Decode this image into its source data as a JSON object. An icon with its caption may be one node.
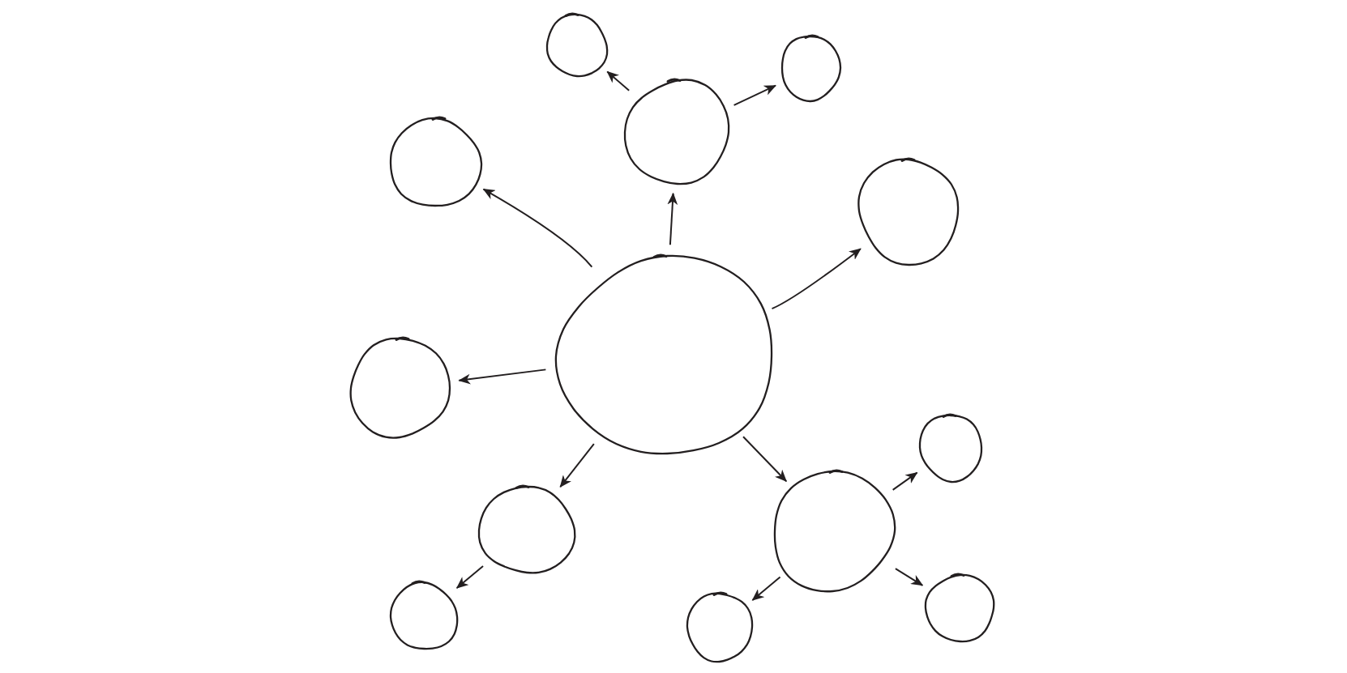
{
  "diagram": {
    "nodes": [
      {
        "text": [],
        "shape": "circle"
      },
      {
        "text": [],
        "shape": "circle"
      },
      {
        "text": [],
        "shape": "circle"
      },
      {
        "text": [],
        "shape": "circle"
      },
      {
        "text": [],
        "shape": "circle"
      },
      {
        "text": [],
        "shape": "circle"
      },
      {
        "text": [],
        "shape": "circle"
      },
      {
        "text": [],
        "shape": "circle"
      },
      {
        "text": [],
        "shape": "circle"
      },
      {
        "text": [],
        "shape": "circle"
      },
      {
        "text": [],
        "shape": "circle"
      },
      {
        "text": [],
        "shape": "circle"
      },
      {
        "text": [],
        "shape": "circle"
      }
    ],
    "edges": [
      {
        "from": 5,
        "to": 2,
        "arrow": "to"
      },
      {
        "from": 5,
        "to": 3,
        "arrow": "to"
      },
      {
        "from": 5,
        "to": 4,
        "arrow": "to"
      },
      {
        "from": 5,
        "to": 6,
        "arrow": "to"
      },
      {
        "from": 5,
        "to": 8,
        "arrow": "to"
      },
      {
        "from": 5,
        "to": 9,
        "arrow": "to"
      },
      {
        "from": 2,
        "to": 0,
        "arrow": "to"
      },
      {
        "from": 2,
        "to": 1,
        "arrow": "to"
      },
      {
        "from": 9,
        "to": 7,
        "arrow": "to"
      },
      {
        "from": 9,
        "to": 10,
        "arrow": "to"
      },
      {
        "from": 9,
        "to": 12,
        "arrow": "to"
      },
      {
        "from": 8,
        "to": 11,
        "arrow": "to"
      }
    ]
  }
}
